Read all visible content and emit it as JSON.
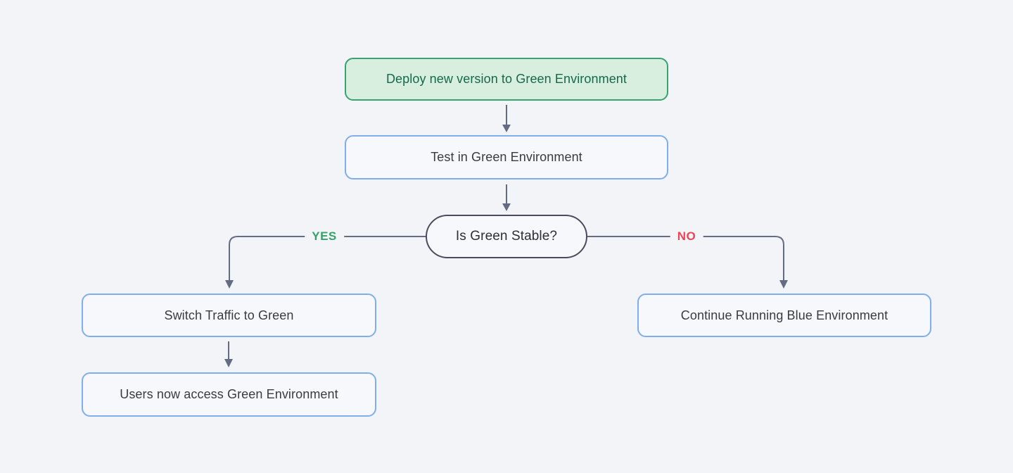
{
  "colors": {
    "background": "#f3f4f8",
    "node_fill": "#f7f8fc",
    "node_border_blue": "#7faded",
    "node_text": "#3a3a41",
    "start_fill": "#d8efe0",
    "start_border": "#3aa171",
    "start_text": "#15684a",
    "decision_border": "#4c4a5e",
    "decision_text": "#2e2e35",
    "connector": "#646c85",
    "yes_label": "#35a169",
    "no_label": "#f04355"
  },
  "flowchart": {
    "nodes": [
      {
        "id": "deploy",
        "type": "start",
        "label": "Deploy new version to Green Environment"
      },
      {
        "id": "test",
        "type": "process",
        "label": "Test in Green Environment"
      },
      {
        "id": "decision",
        "type": "decision",
        "label": "Is Green Stable?"
      },
      {
        "id": "switch",
        "type": "process",
        "label": "Switch Traffic to Green"
      },
      {
        "id": "users",
        "type": "process",
        "label": "Users now access Green Environment"
      },
      {
        "id": "blue",
        "type": "process",
        "label": "Continue Running Blue Environment"
      }
    ],
    "edges": [
      {
        "from": "deploy",
        "to": "test",
        "label": ""
      },
      {
        "from": "test",
        "to": "decision",
        "label": ""
      },
      {
        "from": "decision",
        "to": "switch",
        "label": "YES"
      },
      {
        "from": "decision",
        "to": "blue",
        "label": "NO"
      },
      {
        "from": "switch",
        "to": "users",
        "label": ""
      }
    ]
  }
}
